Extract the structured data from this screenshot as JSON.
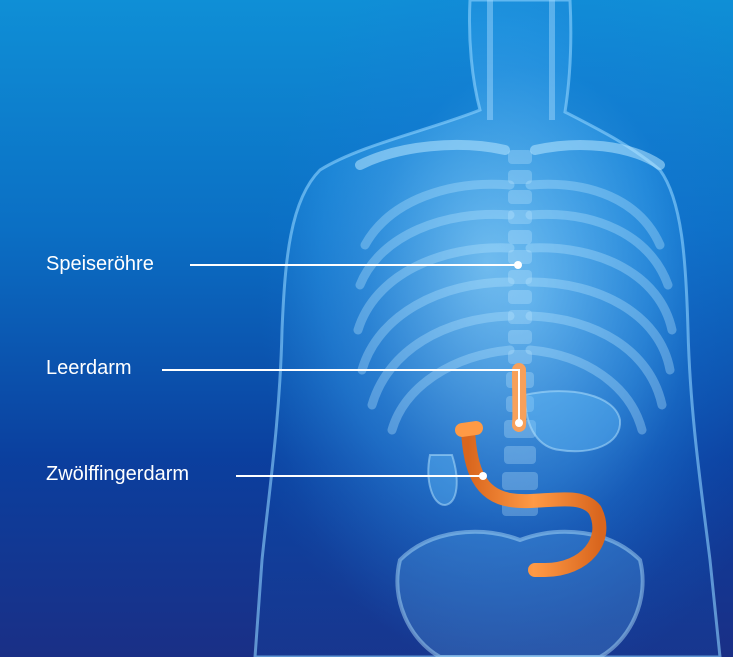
{
  "labels": {
    "speiseroehre": "Speiseröhre",
    "leerdarm": "Leerdarm",
    "zwoelffingerdarm": "Zwölffingerdarm"
  },
  "colors": {
    "tube": "#f07e2a",
    "tube_dark": "#c9531a",
    "label_text": "#ffffff",
    "leader_line": "#ffffff",
    "background_top": "#0f8fd6",
    "background_bottom": "#1a2f86",
    "body_glow": "#7fd0ff"
  }
}
